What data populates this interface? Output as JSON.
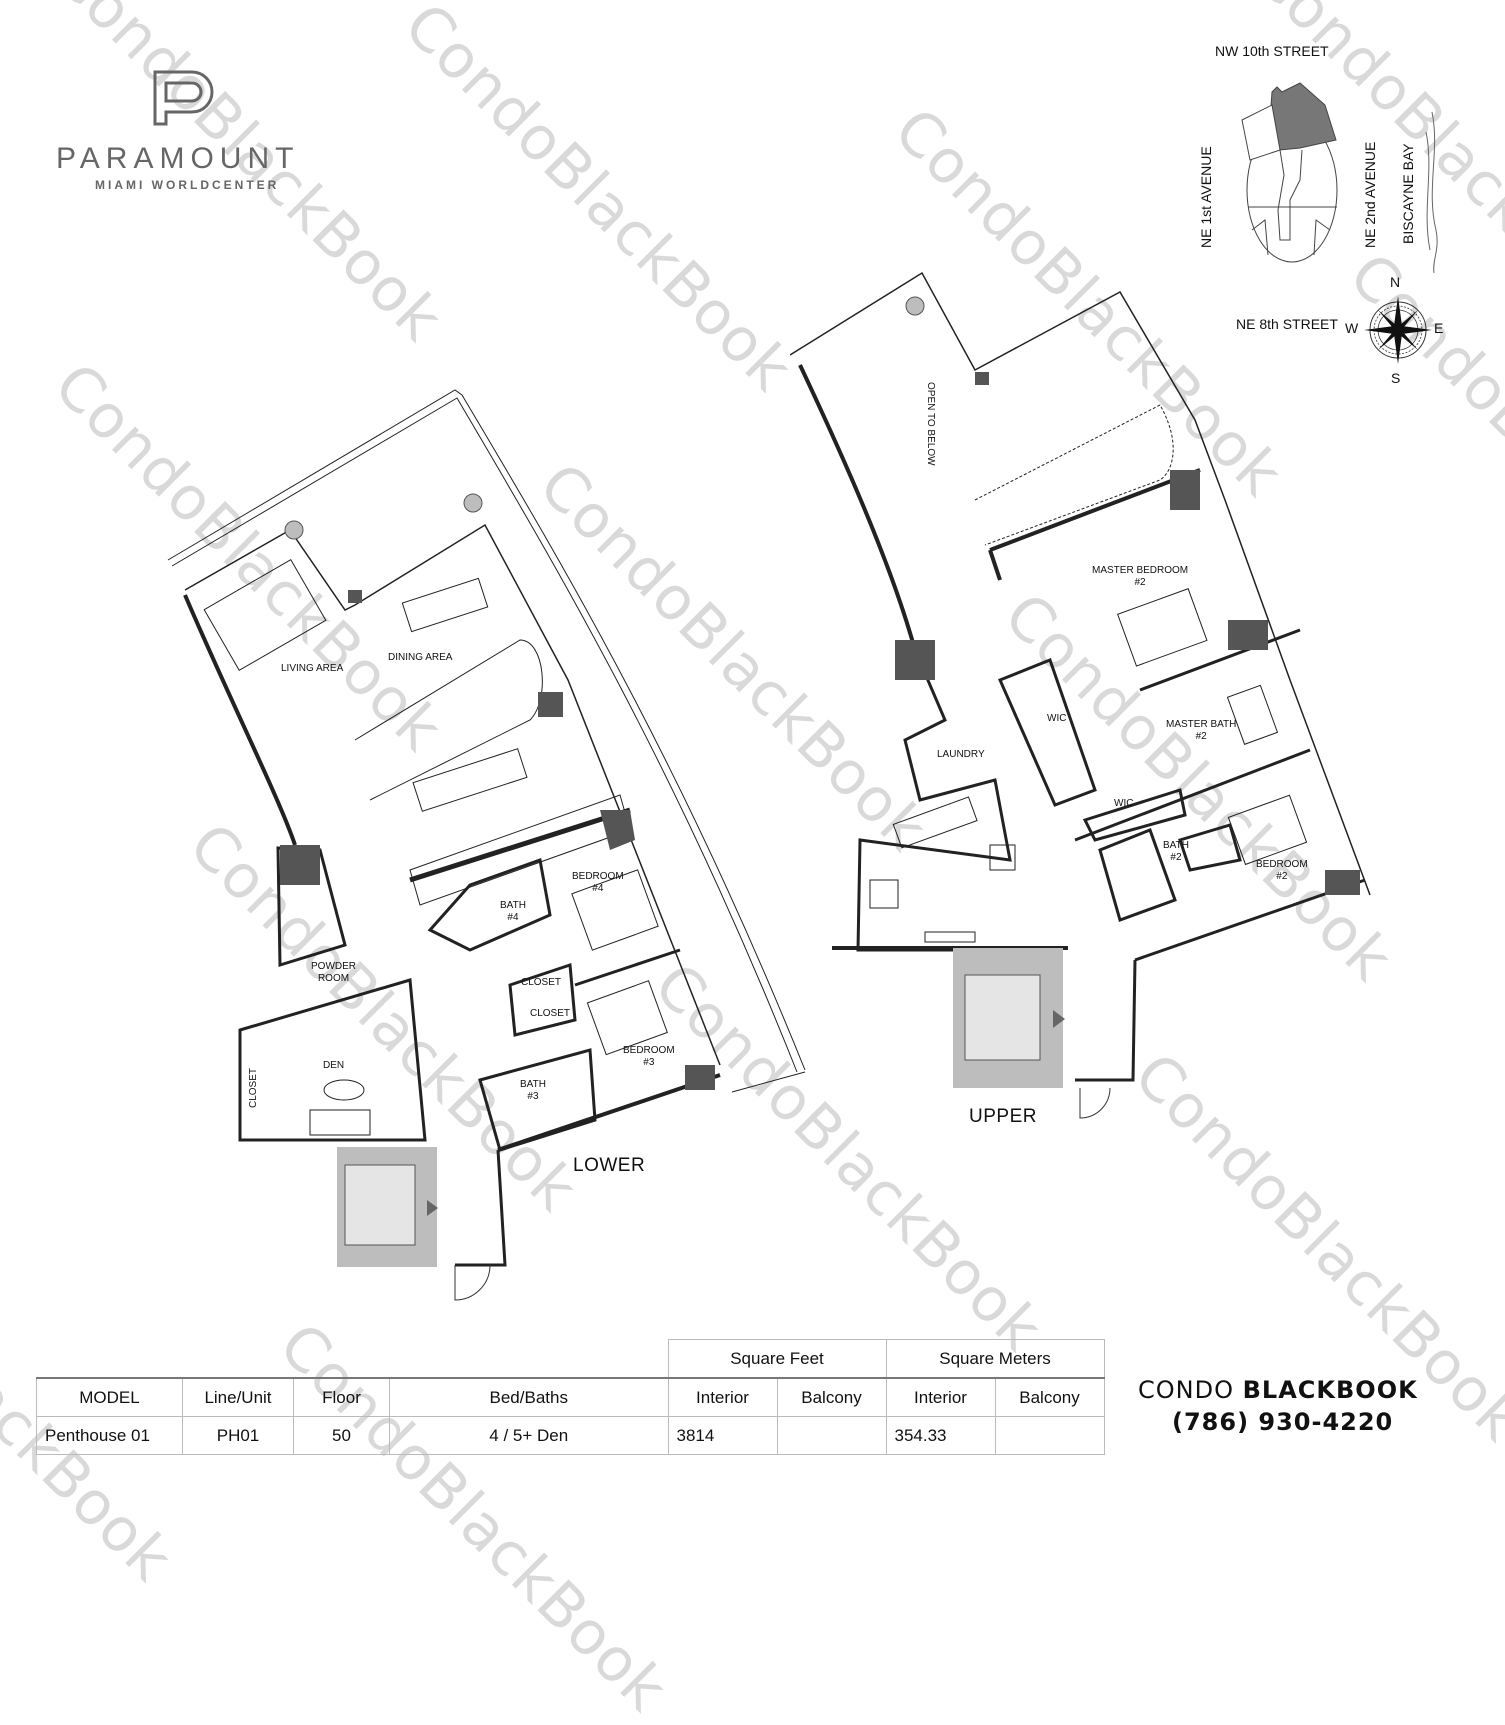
{
  "logo": {
    "letter": "P",
    "name": "PARAMOUNT",
    "subtitle": "MIAMI WORLDCENTER"
  },
  "watermark": {
    "text": "CondoBlackBook",
    "color": "#d9d9d9"
  },
  "key_plan": {
    "north_street": "NW 10th STREET",
    "south_street": "NE 8th STREET",
    "west_avenue": "NE 1st AVENUE",
    "east_avenue": "NE 2nd AVENUE",
    "water": "BISCAYNE BAY",
    "highlight_color": "#777777",
    "compass": {
      "n": "N",
      "s": "S",
      "e": "E",
      "w": "W"
    }
  },
  "lower_plan": {
    "title": "LOWER",
    "rooms": {
      "living": "LIVING AREA",
      "dining": "DINING AREA",
      "bedroom4": "BEDROOM\n#4",
      "bedroom4_a": "BEDROOM",
      "bedroom4_b": "#4",
      "bath4_a": "BATH",
      "bath4_b": "#4",
      "powder_a": "POWDER",
      "powder_b": "ROOM",
      "closet1": "CLOSET",
      "closet2": "CLOSET",
      "bedroom3_a": "BEDROOM",
      "bedroom3_b": "#3",
      "bath3_a": "BATH",
      "bath3_b": "#3",
      "den": "DEN",
      "den_closet": "CLOSET"
    }
  },
  "upper_plan": {
    "title": "UPPER",
    "rooms": {
      "open_to_below": "OPEN TO BELOW",
      "master_bed_a": "MASTER BEDROOM",
      "master_bed_b": "#2",
      "master_bath_a": "MASTER BATH",
      "master_bath_b": "#2",
      "wic1": "WIC",
      "wic2": "WIC",
      "laundry": "LAUNDRY",
      "bath2_a": "BATH",
      "bath2_b": "#2",
      "bedroom2_a": "BEDROOM",
      "bedroom2_b": "#2"
    }
  },
  "table": {
    "group_headers": {
      "sqft": "Square Feet",
      "sqm": "Square Meters"
    },
    "columns": [
      "MODEL",
      "Line/Unit",
      "Floor",
      "Bed/Baths",
      "Interior",
      "Balcony",
      "Interior",
      "Balcony"
    ],
    "rows": [
      [
        "Penthouse 01",
        "PH01",
        "50",
        "4 / 5+ Den",
        "3814",
        "",
        "354.33",
        ""
      ]
    ]
  },
  "brand": {
    "name_light": "CONDO",
    "name_bold": "BLACKBOOK",
    "phone": "(786) 930-4220"
  }
}
